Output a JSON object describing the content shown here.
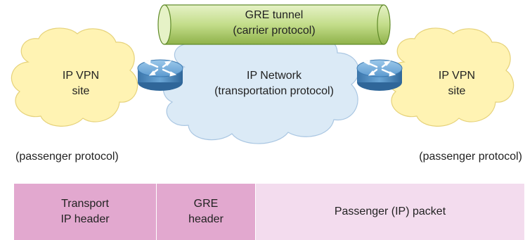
{
  "tunnel": {
    "line1": "GRE tunnel",
    "line2": "(carrier protocol)"
  },
  "network": {
    "line1": "IP Network",
    "line2": "(transportation protocol)"
  },
  "left_site": {
    "line1": "IP VPN",
    "line2": "site",
    "protocol": "(passenger protocol)"
  },
  "right_site": {
    "line1": "IP VPN",
    "line2": "site",
    "protocol": "(passenger protocol)"
  },
  "packet": {
    "transport_header": {
      "line1": "Transport",
      "line2": "IP header"
    },
    "gre_header": {
      "line1": "GRE",
      "line2": "header"
    },
    "payload": "Passenger (IP) packet"
  },
  "colors": {
    "site_cloud": "#fff3b3",
    "network_cloud": "#dbeaf6",
    "tunnel": "#c3dd8a",
    "header_cells": "#e2a8cf",
    "payload_cell": "#f3dcee",
    "router": "#4f8dc2"
  },
  "icons": {
    "router": "router-icon"
  }
}
